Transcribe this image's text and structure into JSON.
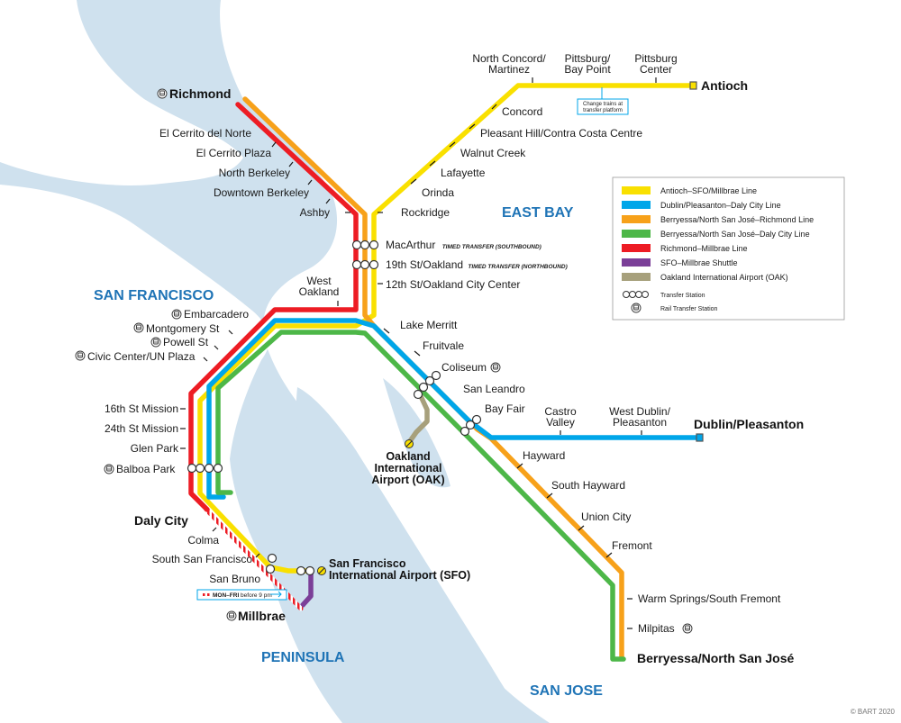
{
  "colors": {
    "water": "#cfe1ee",
    "land": "#ffffff",
    "yellow": "#f9e000",
    "blue": "#00a6e9",
    "orange": "#f7a11a",
    "green": "#4db748",
    "red": "#ed1c24",
    "purple": "#7b3f98",
    "oak": "#a7a07c",
    "region": "#1f74b6"
  },
  "regions": {
    "east_bay": "EAST BAY",
    "san_francisco": "SAN FRANCISCO",
    "peninsula": "PENINSULA",
    "san_jose": "SAN JOSE"
  },
  "terminals": {
    "richmond": "Richmond",
    "antioch": "Antioch",
    "dublin": "Dublin/Pleasanton",
    "berryessa": "Berryessa/North San José",
    "daly_city": "Daly City",
    "millbrae": "Millbrae"
  },
  "stations": {
    "north_concord_1": "North Concord/",
    "north_concord_2": "Martinez",
    "pittsburg_bp_1": "Pittsburg/",
    "pittsburg_bp_2": "Bay Point",
    "pittsburg_c_1": "Pittsburg",
    "pittsburg_c_2": "Center",
    "concord": "Concord",
    "pleasant_hill": "Pleasant Hill/Contra Costa Centre",
    "walnut_creek": "Walnut Creek",
    "lafayette": "Lafayette",
    "orinda": "Orinda",
    "rockridge": "Rockridge",
    "el_cerrito_n": "El Cerrito del Norte",
    "el_cerrito_p": "El Cerrito Plaza",
    "north_berkeley": "North Berkeley",
    "downtown_berkeley": "Downtown Berkeley",
    "ashby": "Ashby",
    "macarthur": "MacArthur",
    "nineteenth": "19th St/Oakland",
    "twelfth": "12th St/Oakland City Center",
    "west_oakland_1": "West",
    "west_oakland_2": "Oakland",
    "embarcadero": "Embarcadero",
    "montgomery": "Montgomery St",
    "powell": "Powell St",
    "civic_center": "Civic Center/UN Plaza",
    "sixteenth": "16th St Mission",
    "twentyfourth": "24th St Mission",
    "glen_park": "Glen Park",
    "balboa": "Balboa Park",
    "colma": "Colma",
    "south_sf": "South San Francisco",
    "san_bruno": "San Bruno",
    "sfo_1": "San Francisco",
    "sfo_2": "International Airport (SFO)",
    "lake_merritt": "Lake Merritt",
    "fruitvale": "Fruitvale",
    "coliseum": "Coliseum",
    "san_leandro": "San Leandro",
    "bay_fair": "Bay Fair",
    "castro_valley_1": "Castro",
    "castro_valley_2": "Valley",
    "west_dublin_1": "West Dublin/",
    "west_dublin_2": "Pleasanton",
    "oak_1": "Oakland",
    "oak_2": "International",
    "oak_3": "Airport (OAK)",
    "hayward": "Hayward",
    "south_hayward": "South Hayward",
    "union_city": "Union City",
    "fremont": "Fremont",
    "warm_springs": "Warm Springs/South Fremont",
    "milpitas": "Milpitas"
  },
  "notes": {
    "macarthur_transfer": "TIMED TRANSFER (SOUTHBOUND)",
    "nineteenth_transfer": "TIMED TRANSFER (NORTHBOUND)",
    "platform_1": "Change trains at",
    "platform_2": "transfer platform",
    "shuttle_bold": "MON–FRI",
    "shuttle_rest": " before 9 pm"
  },
  "legend": {
    "lines": [
      {
        "label": "Antioch–SFO/Millbrae Line",
        "color": "#f9e000"
      },
      {
        "label": "Dublin/Pleasanton–Daly City Line",
        "color": "#00a6e9"
      },
      {
        "label": "Berryessa/North San José–Richmond Line",
        "color": "#f7a11a"
      },
      {
        "label": "Berryessa/North San José–Daly City Line",
        "color": "#4db748"
      },
      {
        "label": "Richmond–Millbrae Line",
        "color": "#ed1c24"
      },
      {
        "label": "SFO–Millbrae Shuttle",
        "color": "#7b3f98"
      },
      {
        "label": "Oakland International Airport (OAK)",
        "color": "#a7a07c"
      }
    ],
    "transfer_station": "Transfer Station",
    "rail_transfer": "Rail Transfer Station"
  },
  "copyright": "© BART 2020"
}
